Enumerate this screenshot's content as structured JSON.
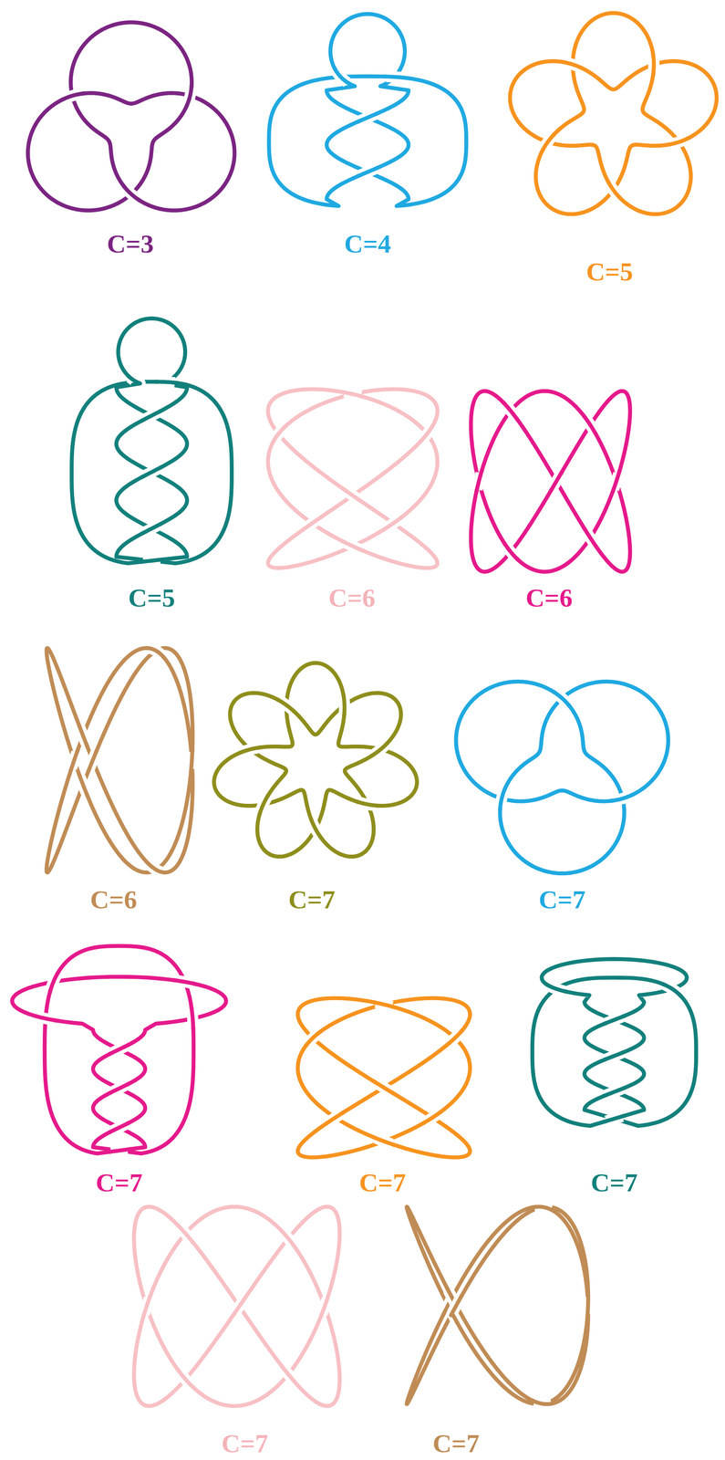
{
  "diagram": {
    "labels": [
      "C=3",
      "C=4",
      "C=5",
      "C=5",
      "C=6",
      "C=6",
      "C=6",
      "C=7",
      "C=7",
      "C=7",
      "C=7",
      "C=7",
      "C=7",
      "C=7"
    ]
  }
}
